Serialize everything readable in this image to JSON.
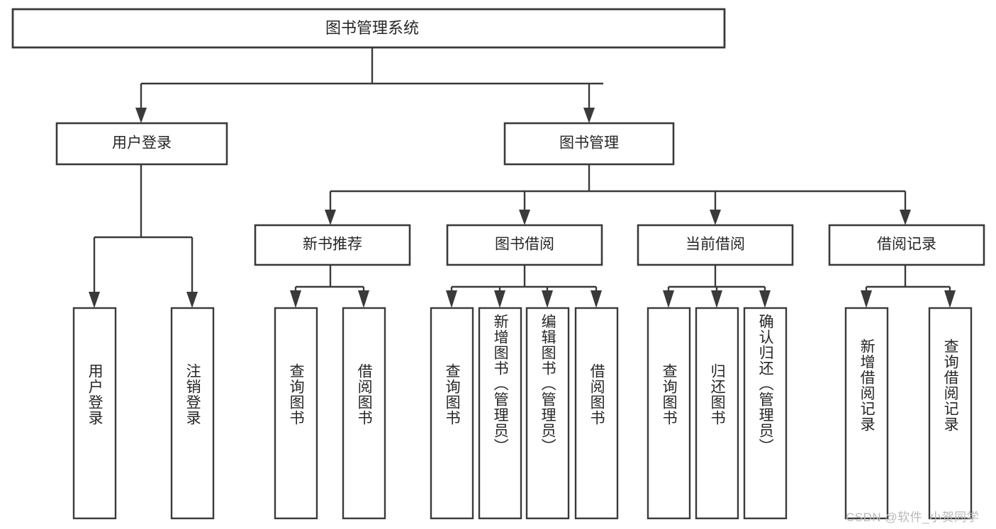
{
  "diagram": {
    "title": "图书管理系统",
    "type": "tree",
    "orientation": "top-down",
    "colors": {
      "background": "#ffffff",
      "box_stroke": "#3a3a3a",
      "box_fill": "#ffffff",
      "text": "#262626",
      "connector": "#3a3a3a",
      "watermark": "#b9b9b9"
    },
    "nodes": {
      "root": {
        "label": "图书管理系统",
        "level": 0
      },
      "level1": [
        {
          "id": "user-login",
          "label": "用户登录"
        },
        {
          "id": "book-manage",
          "label": "图书管理"
        }
      ],
      "level2": [
        {
          "id": "new-book-recommend",
          "label": "新书推荐",
          "parent": "book-manage"
        },
        {
          "id": "book-borrow",
          "label": "图书借阅",
          "parent": "book-manage"
        },
        {
          "id": "current-borrow",
          "label": "当前借阅",
          "parent": "book-manage"
        },
        {
          "id": "borrow-record",
          "label": "借阅记录",
          "parent": "book-manage"
        }
      ],
      "leaves": [
        {
          "id": "leaf-user-login",
          "label": "用户登录",
          "parent": "user-login"
        },
        {
          "id": "leaf-user-logout",
          "label": "注销登录",
          "parent": "user-login"
        },
        {
          "id": "leaf-query-book-1",
          "label": "查询图书",
          "parent": "new-book-recommend"
        },
        {
          "id": "leaf-borrow-book-1",
          "label": "借阅图书",
          "parent": "new-book-recommend"
        },
        {
          "id": "leaf-query-book-2",
          "label": "查询图书",
          "parent": "book-borrow"
        },
        {
          "id": "leaf-add-book",
          "label": "新增图书（管理员）",
          "parent": "book-borrow"
        },
        {
          "id": "leaf-edit-book",
          "label": "编辑图书（管理员）",
          "parent": "book-borrow"
        },
        {
          "id": "leaf-borrow-book-2",
          "label": "借阅图书",
          "parent": "book-borrow"
        },
        {
          "id": "leaf-query-book-3",
          "label": "查询图书",
          "parent": "current-borrow"
        },
        {
          "id": "leaf-return-book",
          "label": "归还图书",
          "parent": "current-borrow"
        },
        {
          "id": "leaf-confirm-return",
          "label": "确认归还（管理员）",
          "parent": "current-borrow"
        },
        {
          "id": "leaf-add-record",
          "label": "新增借阅记录",
          "parent": "borrow-record"
        },
        {
          "id": "leaf-query-record",
          "label": "查询借阅记录",
          "parent": "borrow-record"
        }
      ]
    }
  },
  "watermark": {
    "text": "CSDN @软件_小贺同学"
  }
}
